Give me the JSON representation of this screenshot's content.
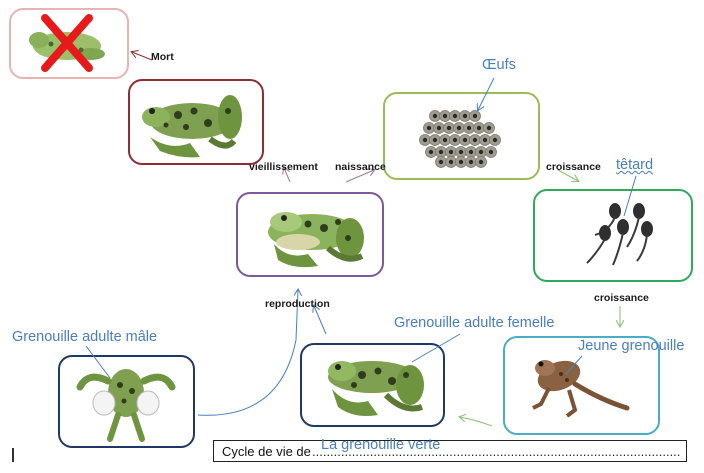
{
  "labels": {
    "mort": "Mort",
    "vieillissement": "vieillissement",
    "naissance": "naissance",
    "croissance_1": "croissance",
    "croissance_2": "croissance",
    "reproduction": "reproduction"
  },
  "annotations": {
    "oeufs": "Œufs",
    "tetard": "têtard",
    "jeune": "Jeune grenouille",
    "femelle": "Grenouille adulte femelle",
    "male": "Grenouille adulte mâle"
  },
  "footer": {
    "prefix": "Cycle de vie de",
    "answer": "La grenouille verte",
    "dots": "........................................................................................................................................................"
  },
  "colors": {
    "dead_border": "#e7b3b3",
    "old_border": "#8b2f35",
    "eggs_border": "#9bbb59",
    "tadpole_border": "#2eaa5a",
    "adult_border": "#7a5a9a",
    "young_border": "#4bacc6",
    "pair_border": "#1f3864",
    "cross": "#e8191b",
    "annotation_blue": "#4a7ebb"
  },
  "icons": {
    "dead": "crossed-frog-icon",
    "old": "old-frog-icon",
    "eggs": "frog-eggs-icon",
    "tadpoles": "tadpoles-icon",
    "adult": "adult-frog-icon",
    "young": "young-frog-icon",
    "female": "female-frog-icon",
    "male": "male-frog-icon"
  }
}
